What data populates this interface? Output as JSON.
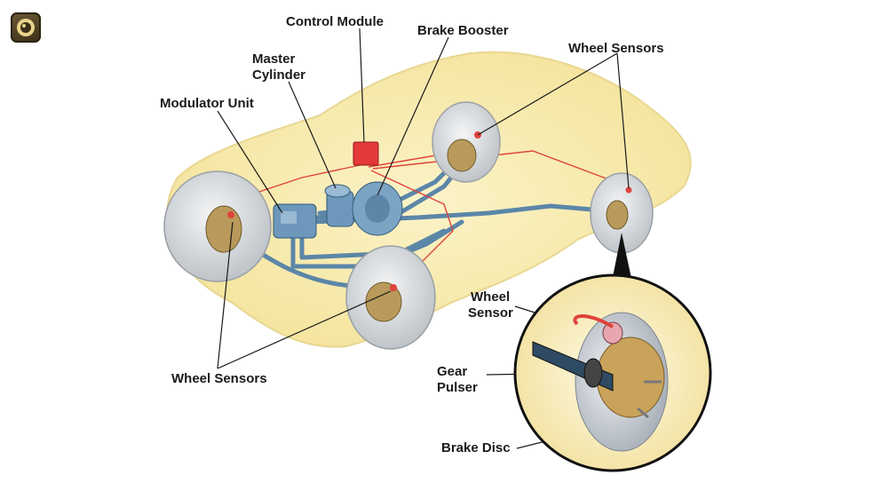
{
  "app_icon": {
    "name": "camera-lens-icon"
  },
  "labels": {
    "control_module": "Control Module",
    "brake_booster": "Brake Booster",
    "master_cylinder_1": "Master",
    "master_cylinder_2": "Cylinder",
    "modulator_unit": "Modulator Unit",
    "wheel_sensors_top": "Wheel Sensors",
    "wheel_sensors_bottom": "Wheel Sensors",
    "detail_wheel_sensor_1": "Wheel",
    "detail_wheel_sensor_2": "Sensor",
    "gear_pulser_1": "Gear",
    "gear_pulser_2": "Pulser",
    "brake_disc": "Brake Disc"
  },
  "colors": {
    "body_fill": "#f7eaa8",
    "brake_line": "#5b86a8",
    "sensor_wire": "#e0433c",
    "tire": "#dcdfe2",
    "hub": "#b99a5a",
    "control_module": "#e5383b"
  }
}
